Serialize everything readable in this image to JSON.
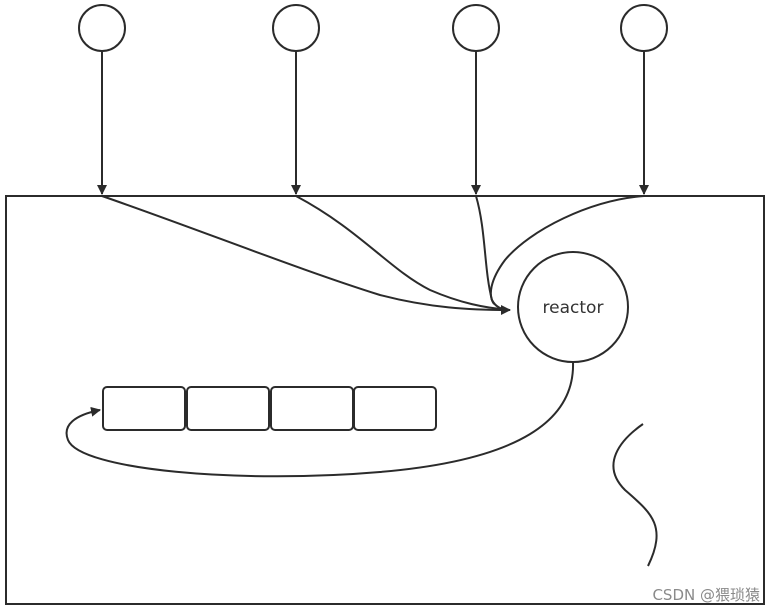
{
  "diagram": {
    "reactor_label": "reactor",
    "stroke_color": "#2b2b2b",
    "background": "#ffffff",
    "client_count": 4,
    "queue_cell_count": 4
  },
  "watermark": {
    "text": "CSDN @猥琐猿"
  }
}
